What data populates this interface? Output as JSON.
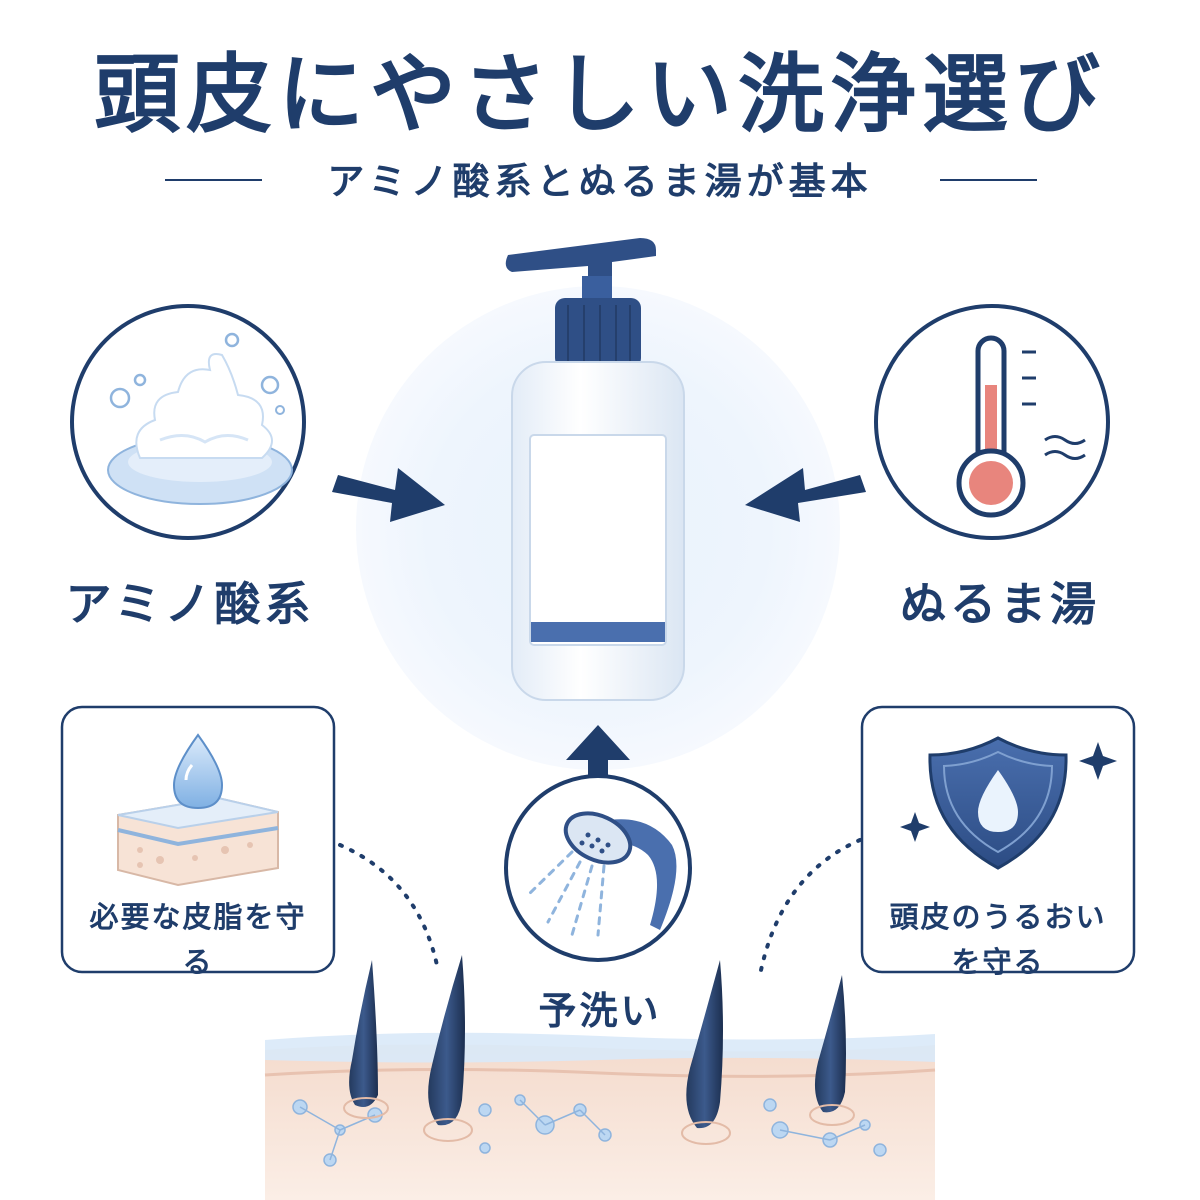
{
  "title": "頭皮にやさしい洗浄選び",
  "subtitle": "アミノ酸系とぬるま湯が基本",
  "nodes": {
    "amino": {
      "label": "アミノ酸系",
      "icon": "foam-icon"
    },
    "warm_water": {
      "label": "ぬるま湯",
      "icon": "thermometer-icon"
    },
    "prewash": {
      "label": "予洗い",
      "icon": "shower-head-icon"
    },
    "center": {
      "icon": "shampoo-bottle-icon"
    }
  },
  "cards": {
    "left": {
      "text": "必要な皮脂を守る",
      "icon": "water-drop-on-skin-icon"
    },
    "right": {
      "text": "頭皮のうるおいを守る",
      "icon": "shield-drop-icon"
    }
  },
  "colors": {
    "navy": "#1f3d6b",
    "accent_blue": "#3a5f9e",
    "light_blue": "#cfe1f5",
    "skin": "#f3d6c8",
    "thermo_red": "#e8857d"
  }
}
